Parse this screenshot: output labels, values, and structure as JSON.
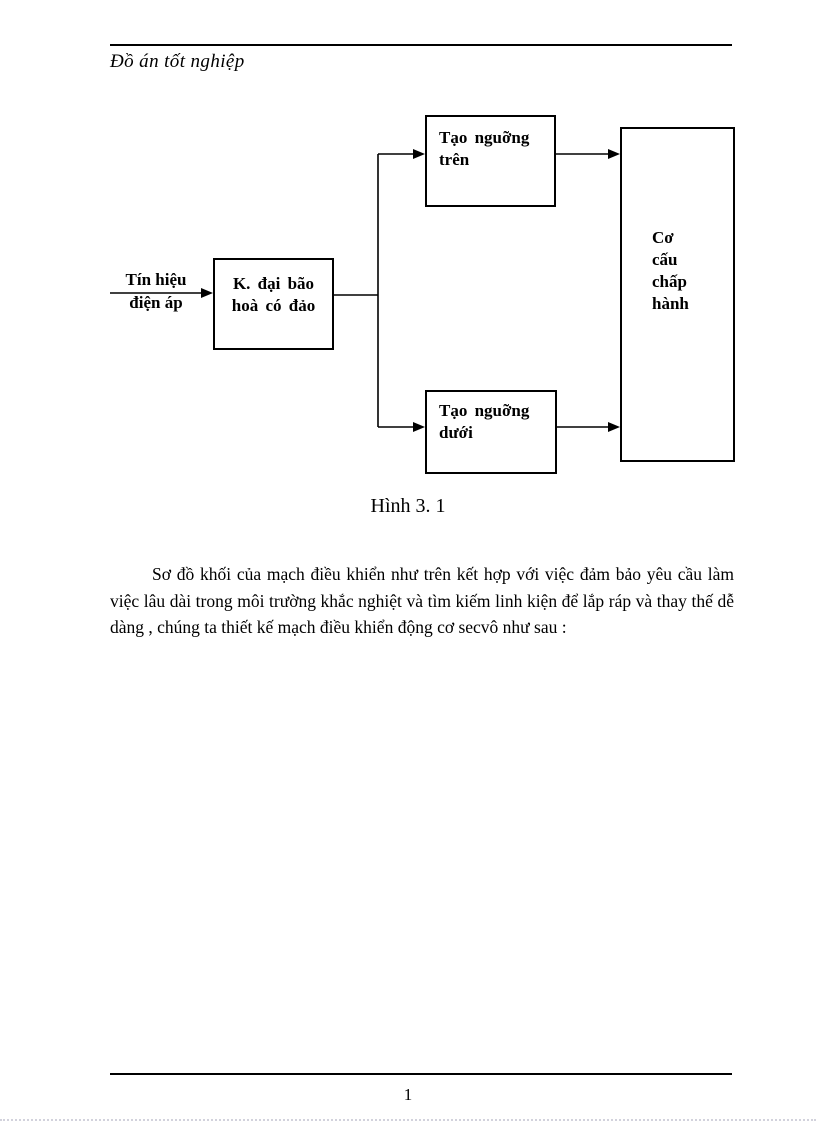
{
  "page": {
    "header": "Đồ án tốt nghiệp",
    "footer_page_number": "1"
  },
  "diagram": {
    "caption": "Hình 3. 1",
    "input_label": {
      "line1": "Tín hiệu",
      "line2": "điện áp"
    },
    "boxes": {
      "amplifier": {
        "line1": "K. đại bão",
        "line2": "hoà có đảo"
      },
      "upper_threshold": {
        "line1": "Tạo nguỡng",
        "line2": "trên"
      },
      "lower_threshold": {
        "line1": "Tạo nguỡng",
        "line2": "dưới"
      },
      "actuator": {
        "line1": "Cơ",
        "line2": "cấu",
        "line3": "chấp",
        "line4": "hành"
      }
    }
  },
  "body": {
    "paragraph": "Sơ đồ khối của mạch điều khiển như trên kết hợp với việc đảm bảo yêu cầu làm việc lâu dài trong môi trường khắc nghiệt và tìm kiếm linh kiện để lắp ráp và thay thế dễ dàng , chúng ta thiết kế mạch điều khiển động cơ secvô như sau :"
  }
}
